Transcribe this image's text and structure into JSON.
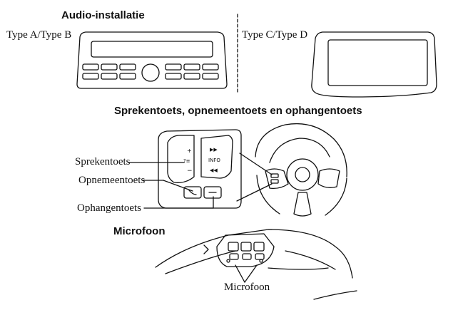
{
  "audio": {
    "heading": "Audio-installatie",
    "type_ab_label": "Type A/Type B",
    "type_cd_label": "Type C/Type D"
  },
  "steering": {
    "heading": "Sprekentoets, opnemeentoets en ophangentoets",
    "callouts": [
      "Sprekentoets",
      "Opnemeentoets",
      "Ophangentoets"
    ],
    "button_marks": [
      "INFO"
    ]
  },
  "microphone": {
    "heading": "Microfoon",
    "callout": "Microfoon"
  }
}
